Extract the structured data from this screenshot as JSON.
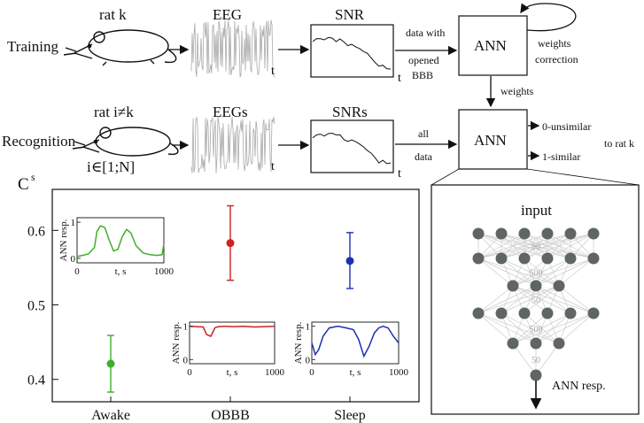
{
  "pipeline": {
    "training_label": "Training",
    "recognition_label": "Recognition",
    "rat_k_label": "rat k",
    "rat_i_label": "rat i≠k",
    "rat_range_label": "i∈[1;N]",
    "eeg_label": "EEG",
    "eegs_label": "EEGs",
    "snr_label": "SNR",
    "snrs_label": "SNRs",
    "t_label": "t",
    "data_with_label": "data with",
    "opened_label": "opened",
    "bbb_label": "BBB",
    "all_label": "all",
    "data_label": "data",
    "ann_label": "ANN",
    "weights_label": "weights",
    "correction_label": "correction",
    "weights_down_label": "weights",
    "out_unsimilar": "0-unsimilar",
    "out_similar": "1-similar",
    "to_rat_label": "to rat k"
  },
  "network": {
    "input_label": "input",
    "output_label": "ANN resp.",
    "layers": [
      6,
      6,
      3,
      6,
      3,
      1
    ],
    "edge_labels": [
      "90",
      "500",
      "50",
      "500",
      "50"
    ]
  },
  "chart_data": [
    {
      "type": "scatter",
      "title": "",
      "ylabel": "C",
      "ylabel_superscript": "s",
      "xlabel": "",
      "categories": [
        "Awake",
        "OBBB",
        "Sleep"
      ],
      "series": [
        {
          "values": [
            0.421,
            0.583,
            0.559
          ],
          "err_low": [
            0.383,
            0.533,
            0.522
          ],
          "err_high": [
            0.459,
            0.633,
            0.597
          ]
        }
      ],
      "colors": [
        "#3fae2a",
        "#cc2222",
        "#1f2fb0"
      ],
      "ylim": [
        0.37,
        0.655
      ],
      "yticks": [
        "0.4",
        "0.5",
        "0.6"
      ],
      "grid": false
    },
    {
      "type": "line",
      "ylabel": "ANN resp.",
      "xlabel": "t, s",
      "xticks": [
        "0",
        "1000"
      ],
      "yticks": [
        "0",
        "1"
      ],
      "color": "#3fae2a",
      "x": [
        0,
        60,
        130,
        200,
        230,
        270,
        320,
        370,
        420,
        470,
        520,
        570,
        620,
        680,
        760,
        840,
        920,
        980,
        1000
      ],
      "values": [
        0.05,
        0.08,
        0.12,
        0.3,
        0.75,
        0.9,
        0.85,
        0.5,
        0.2,
        0.25,
        0.6,
        0.8,
        0.7,
        0.35,
        0.15,
        0.1,
        0.08,
        0.1,
        0.4
      ]
    },
    {
      "type": "line",
      "ylabel": "ANN resp.",
      "xlabel": "t, s",
      "xticks": [
        "0",
        "1000"
      ],
      "yticks": [
        "0",
        "1"
      ],
      "color": "#cc2222",
      "x": [
        0,
        80,
        160,
        200,
        250,
        300,
        340,
        400,
        520,
        640,
        760,
        880,
        1000
      ],
      "values": [
        1.0,
        0.99,
        0.98,
        0.75,
        0.7,
        0.96,
        0.99,
        1.0,
        0.99,
        1.0,
        0.98,
        0.99,
        1.0
      ]
    },
    {
      "type": "line",
      "ylabel": "ANN resp.",
      "xlabel": "t, s",
      "xticks": [
        "0",
        "1000"
      ],
      "yticks": [
        "0",
        "1"
      ],
      "color": "#1f2fb0",
      "x": [
        0,
        40,
        80,
        130,
        200,
        300,
        400,
        480,
        540,
        600,
        660,
        720,
        770,
        820,
        880,
        940,
        1000
      ],
      "values": [
        0.5,
        0.15,
        0.3,
        0.7,
        0.95,
        1.0,
        0.95,
        0.9,
        0.6,
        0.1,
        0.4,
        0.8,
        0.95,
        1.0,
        0.95,
        0.7,
        0.5
      ]
    }
  ]
}
